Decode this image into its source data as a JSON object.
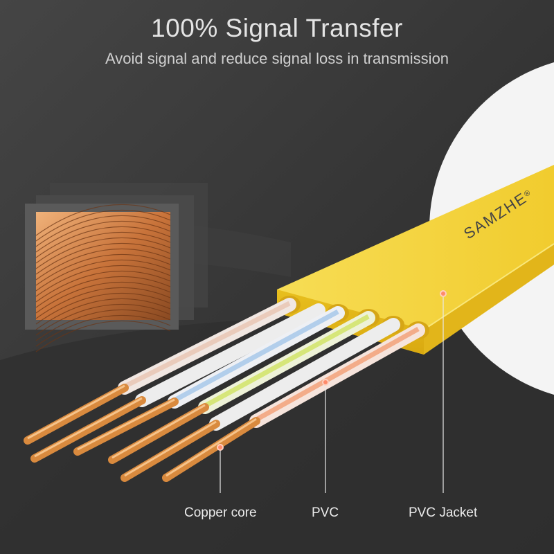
{
  "header": {
    "title": "100% Signal Transfer",
    "subtitle": "Avoid signal and reduce signal loss in transmission"
  },
  "cable": {
    "brand": "SAMZHE",
    "brand_mark": "®"
  },
  "callouts": {
    "copper_core": "Copper core",
    "pvc": "PVC",
    "pvc_jacket": "PVC Jacket"
  },
  "colors": {
    "background": "#3a3a3a",
    "jacket": "#f3d23a",
    "copper": "#d98a3e",
    "marker": "#ff8a6a"
  }
}
